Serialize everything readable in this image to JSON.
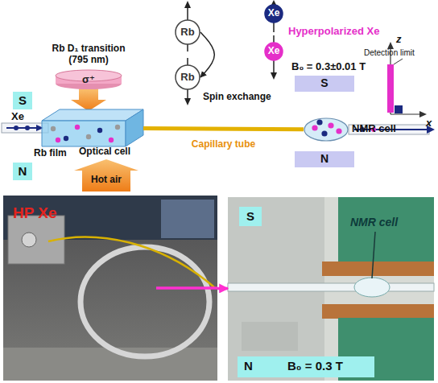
{
  "diagram": {
    "nodes": [
      {
        "text": [
          "S"
        ]
      },
      {
        "text": [
          "σ⁺"
        ]
      },
      {
        "text": [
          "Rb"
        ]
      },
      {
        "text": [
          "Rb"
        ]
      },
      {
        "text": [
          "Xe"
        ]
      },
      {
        "text": [
          "Xe"
        ]
      },
      {
        "text": [
          "Rb film",
          "Optical cell"
        ]
      },
      {
        "text": [
          "S"
        ]
      },
      {
        "text": [
          "NMR cell"
        ]
      },
      {
        "text": [
          "N"
        ]
      },
      {
        "text": [
          "N"
        ]
      },
      {
        "text": [
          "Hot air"
        ]
      },
      {
        "text": [
          "HP Xe"
        ]
      },
      {
        "text": [
          "NMR cell"
        ]
      },
      {
        "text": [
          "S"
        ],
        "in": 13
      },
      {
        "text": [
          "N",
          "B₀ = 0.3 T"
        ],
        "in": 13
      }
    ],
    "edges": [
      {
        "from": 2,
        "to": 3,
        "arrow": "to"
      },
      {
        "from": 6,
        "to": 8,
        "label": "Capillary tube",
        "arrow": "none"
      },
      {
        "from": 12,
        "to": 13,
        "arrow": "to"
      }
    ],
    "labels": [
      "Rb D₁ transition (795 nm)",
      "Spin exchange",
      "Hyperpolarized Xe",
      "B₀ = 0.3±0.01 T",
      "Xe",
      "z",
      "x",
      "Detection limit"
    ]
  }
}
